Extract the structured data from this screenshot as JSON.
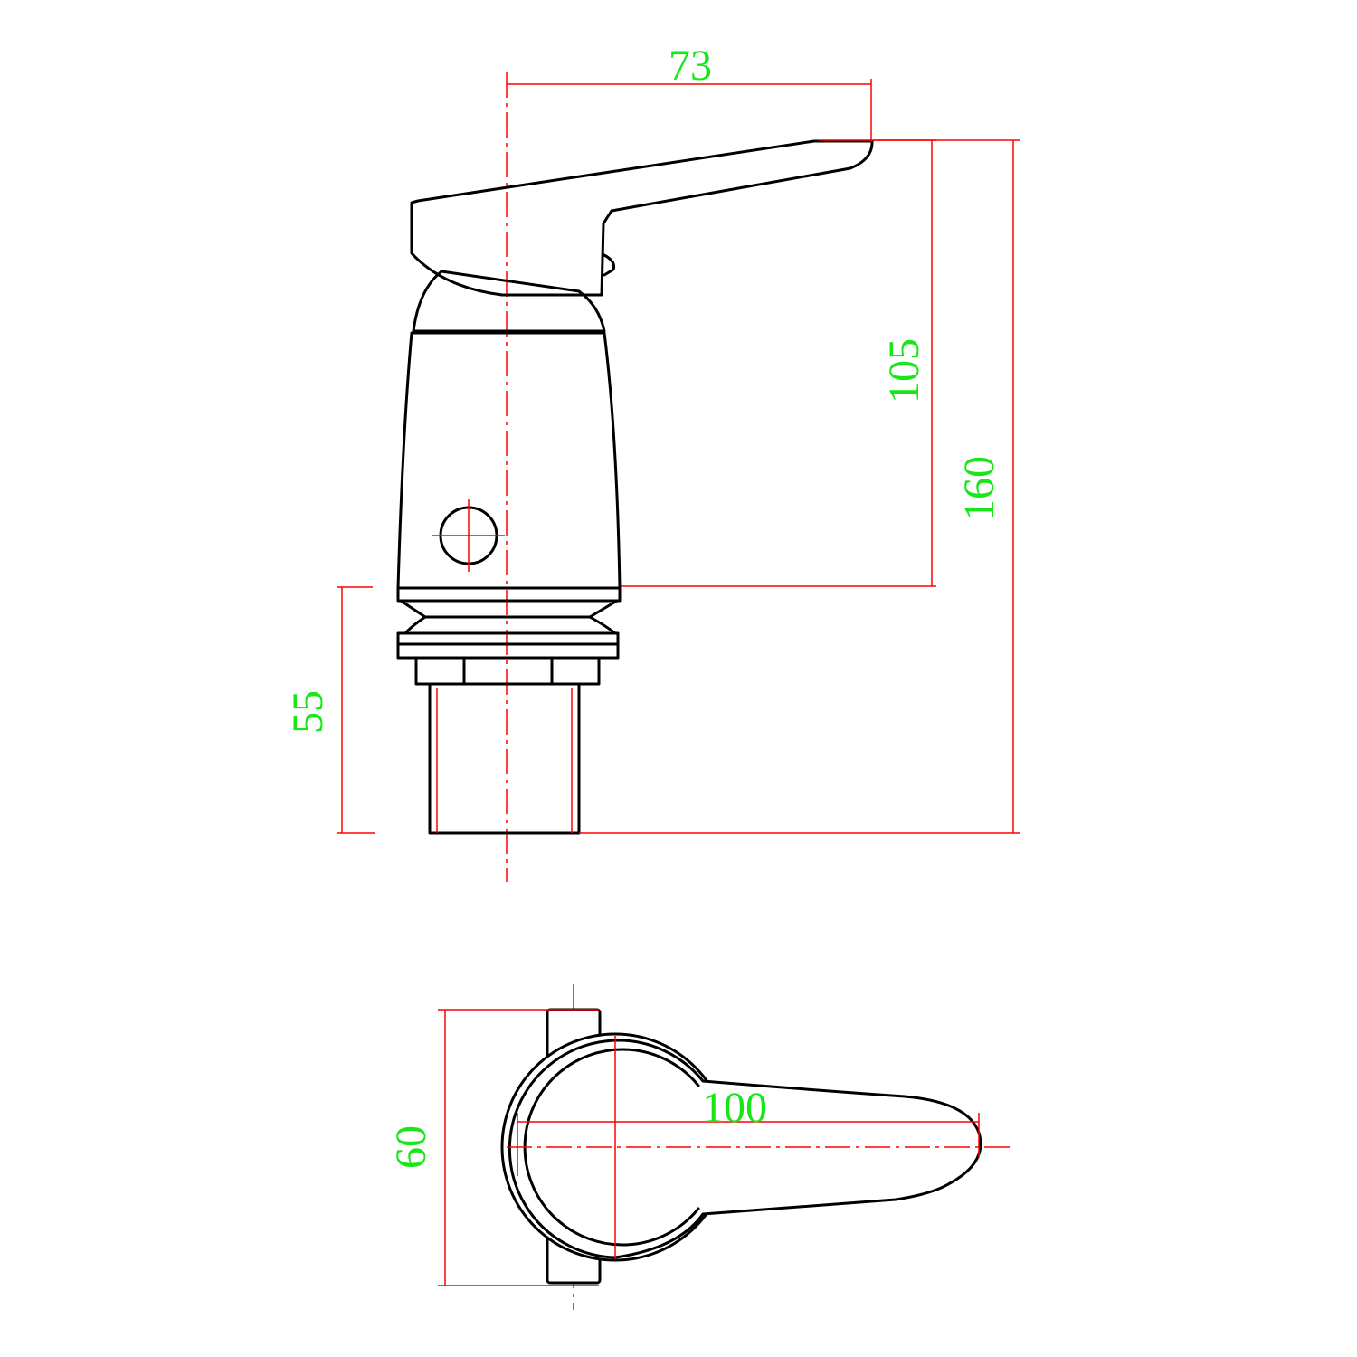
{
  "colors": {
    "outline": "#000000",
    "dimension_line": "#ff0000",
    "dimension_text": "#19e619"
  },
  "dimensions": {
    "handle_reach": "73",
    "body_height": "105",
    "overall_height": "160",
    "shank_length": "55",
    "base_width": "60",
    "handle_length": "100"
  }
}
